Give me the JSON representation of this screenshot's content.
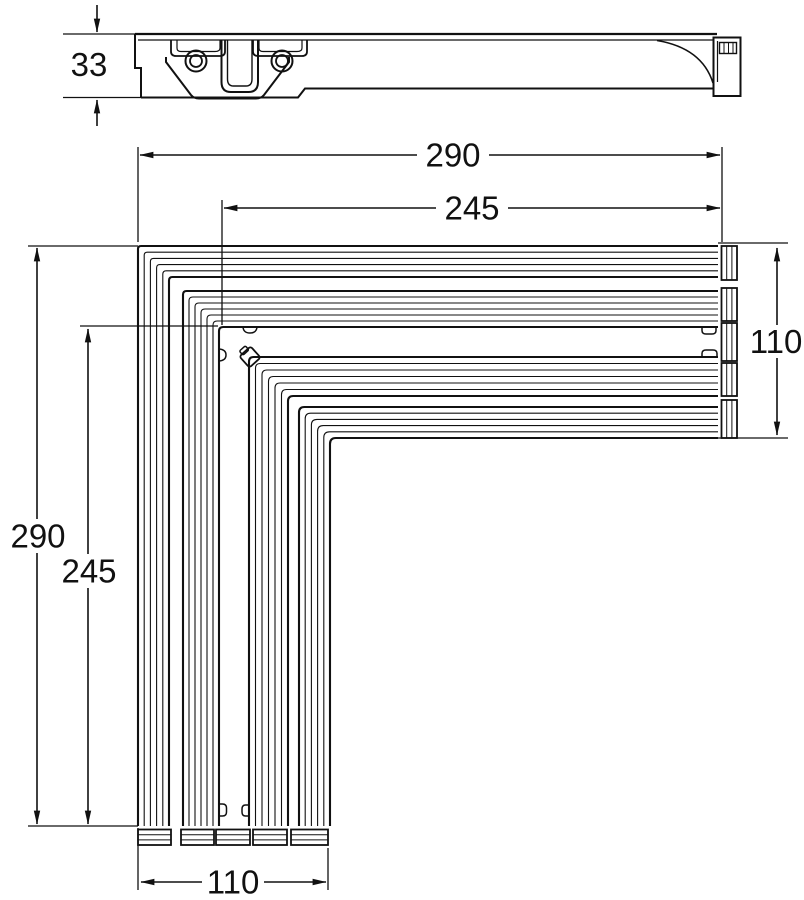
{
  "drawing": {
    "background_color": "#ffffff",
    "line_color": "#111111",
    "section_view": {
      "dimension": {
        "label": "33"
      }
    },
    "plan_view": {
      "dimensions": {
        "top_overall": "290",
        "top_to_frame": "245",
        "right_width": "110",
        "left_overall": "290",
        "left_to_frame": "245",
        "bottom_width": "110"
      }
    }
  }
}
